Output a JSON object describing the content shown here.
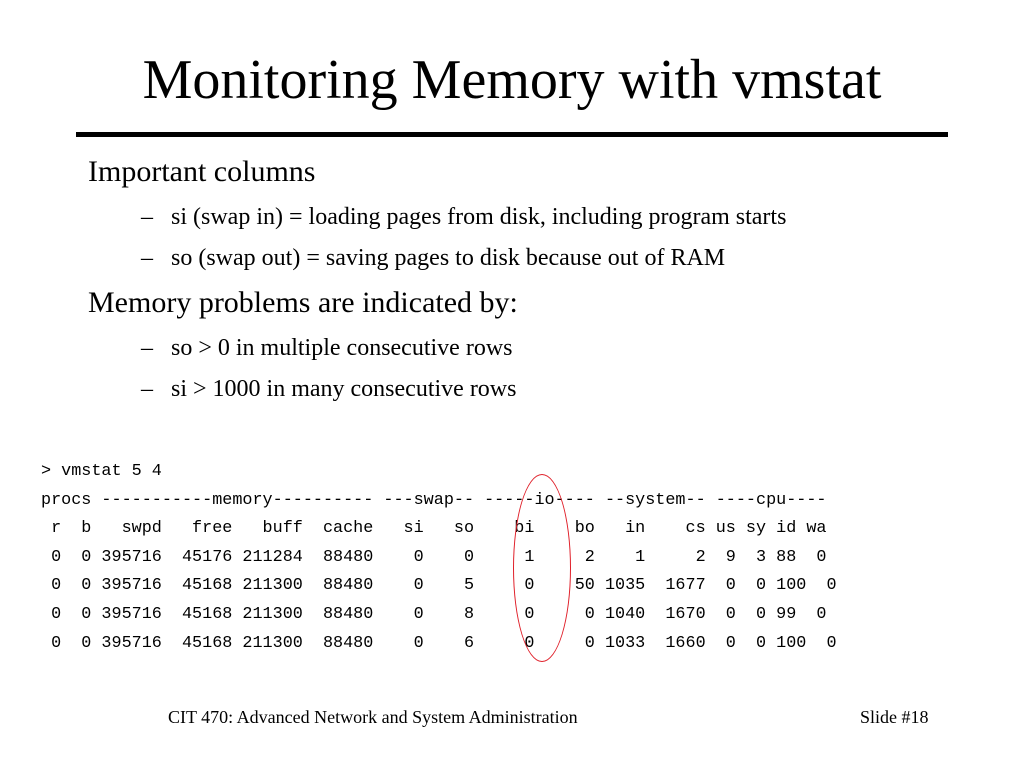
{
  "slide": {
    "title": "Monitoring Memory with vmstat",
    "sections": [
      {
        "heading": "Important columns",
        "items": [
          "si (swap in) = loading pages from disk, including program starts",
          "so (swap out) = saving pages to disk because out of RAM"
        ]
      },
      {
        "heading": "Memory problems are indicated by:",
        "items": [
          "so > 0 in multiple consecutive rows",
          "si > 1000 in many consecutive rows"
        ]
      }
    ],
    "bullet_marker": "–"
  },
  "terminal": {
    "command": "> vmstat 5 4",
    "group_header": "procs -----------memory---------- ---swap-- -----io---- --system-- ----cpu----",
    "column_header": " r  b   swpd   free   buff  cache   si   so    bi    bo   in    cs us sy id wa",
    "rows": [
      " 0  0 395716  45176 211284  88480    0    0     1     2    1     2  9  3 88  0",
      " 0  0 395716  45168 211300  88480    0    5     0    50 1035  1677  0  0 100  0",
      " 0  0 395716  45168 211300  88480    0    8     0     0 1040  1670  0  0 99  0",
      " 0  0 395716  45168 211300  88480    0    6     0     0 1033  1660  0  0 100  0"
    ],
    "highlight_color": "#e0202a"
  },
  "footer": {
    "course": "CIT 470: Advanced Network and System Administration",
    "slide_number": "Slide #18"
  }
}
